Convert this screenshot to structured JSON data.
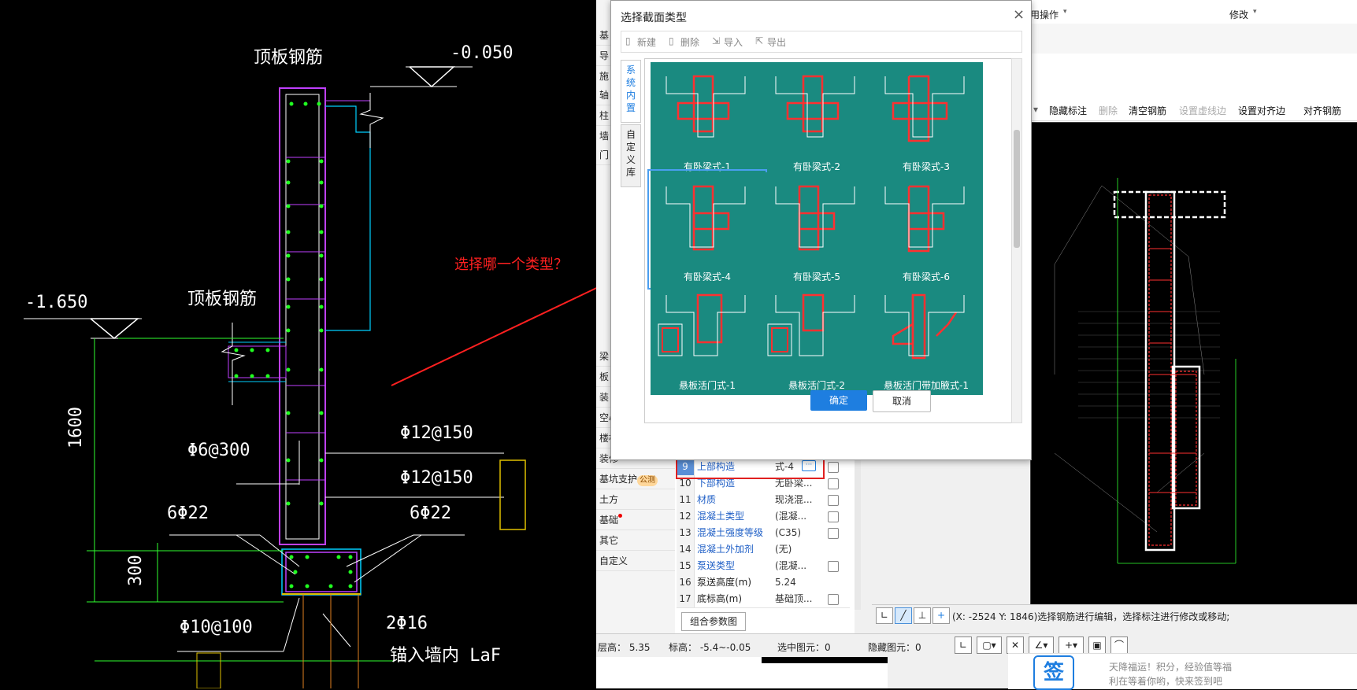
{
  "left_drawing": {
    "top_slab_label_1": "顶板钢筋",
    "elev_top": "-0.050",
    "top_slab_label_2": "顶板钢筋",
    "elev_mid": "-1.650",
    "rebar_1": "Φ12@150",
    "rebar_2": "Φ6@300",
    "rebar_3": "Φ12@150",
    "rebar_4": "6Φ22",
    "rebar_5": "6Φ22",
    "dim_1600": "1600",
    "dim_300": "300",
    "rebar_6": "Φ10@100",
    "rebar_7": "2Φ16",
    "anchor": "锚入墙内 LaF",
    "question": "选择哪一个类型？"
  },
  "app": {
    "top_menu_1": "用操作",
    "top_menu_2": "修改",
    "nav_items": [
      {
        "label": "基"
      },
      {
        "label": "导"
      },
      {
        "label": "施"
      },
      {
        "label": "轴"
      },
      {
        "label": "柱"
      },
      {
        "label": "墙"
      },
      {
        "label": "门"
      },
      {
        "label": "梁"
      },
      {
        "label": "板"
      },
      {
        "label": "装"
      },
      {
        "label": "空心楼盖"
      },
      {
        "label": "楼梯"
      },
      {
        "label": "装修"
      },
      {
        "label": "基坑支护",
        "badge": "公测"
      },
      {
        "label": "土方"
      },
      {
        "label": "基础"
      },
      {
        "label": "其它"
      },
      {
        "label": "自定义"
      }
    ],
    "properties": [
      {
        "num": "9",
        "name": "上部构造",
        "value": "式-4"
      },
      {
        "num": "10",
        "name": "下部构造",
        "value": "无卧梁..."
      },
      {
        "num": "11",
        "name": "材质",
        "value": "现浇混..."
      },
      {
        "num": "12",
        "name": "混凝土类型",
        "value": "(混凝..."
      },
      {
        "num": "13",
        "name": "混凝土强度等级",
        "value": "(C35)"
      },
      {
        "num": "14",
        "name": "混凝土外加剂",
        "value": "(无)"
      },
      {
        "num": "15",
        "name": "泵送类型",
        "value": "(混凝..."
      },
      {
        "num": "16",
        "name": "泵送高度(m)",
        "value": "5.24"
      },
      {
        "num": "17",
        "name": "底标高(m)",
        "value": "基础顶..."
      }
    ],
    "combo_param_btn": "组合参数图",
    "status": {
      "floor_height": "层高： 5.35",
      "elev": "标高： -5.4~-0.05",
      "selected": "选中图元：0",
      "hidden": "隐藏图元：0"
    },
    "right_toolbar": {
      "hide_label": "隐藏标注",
      "delete": "删除",
      "clear_rebar": "清空钢筋",
      "set_dashed": "设置虚线边",
      "set_align": "设置对齐边",
      "align_rebar": "对齐钢筋"
    },
    "coord_hint": "(X: -2524 Y: 1846)选择钢筋进行编辑，选择标注进行修改或移动;",
    "ad": {
      "icon": "签",
      "line1": "天降福运！积分，经验值等福",
      "line2": "利在等着你哟，快来签到吧"
    }
  },
  "dialog": {
    "title": "选择截面类型",
    "toolbar": {
      "new": "新建",
      "delete": "删除",
      "import": "导入",
      "export": "导出"
    },
    "side_tabs": [
      "系统内置",
      "自定义库"
    ],
    "tiles": [
      {
        "caption": "有卧梁式-1"
      },
      {
        "caption": "有卧梁式-2"
      },
      {
        "caption": "有卧梁式-3"
      },
      {
        "caption": "有卧梁式-4"
      },
      {
        "caption": "有卧梁式-5"
      },
      {
        "caption": "有卧梁式-6"
      },
      {
        "caption": "悬板活门式-1"
      },
      {
        "caption": "悬板活门式-2"
      },
      {
        "caption": "悬板活门带加腋式-1"
      }
    ],
    "ok": "确定",
    "cancel": "取消"
  },
  "colors": {
    "accent": "#1e7ee0",
    "tile_bg": "#1a8a80",
    "rebar_red": "#ff2020",
    "highlight_red": "#e02020"
  }
}
